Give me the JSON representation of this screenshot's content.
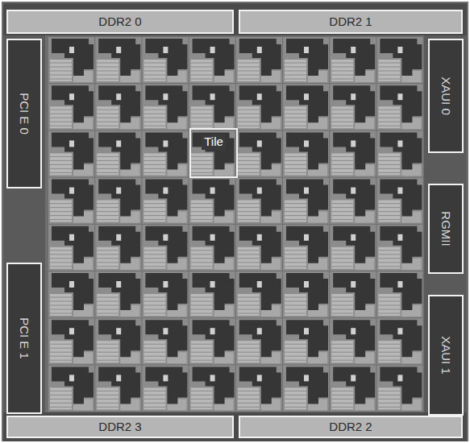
{
  "diagram": {
    "nodes": [
      {
        "text": [
          "DDR2 0"
        ]
      },
      {
        "text": [
          "DDR2 1"
        ]
      },
      {
        "text": [
          "PCI E 0"
        ]
      },
      {
        "text": [
          "XAUI 0"
        ]
      },
      {
        "text": [
          "Tile"
        ]
      },
      {
        "text": [
          "RGMII"
        ]
      },
      {
        "text": [
          "PCI E 1"
        ]
      },
      {
        "text": [
          "XAUI 1"
        ]
      },
      {
        "text": [
          "DDR2 3"
        ]
      },
      {
        "text": [
          "DDR2 2"
        ]
      }
    ]
  }
}
